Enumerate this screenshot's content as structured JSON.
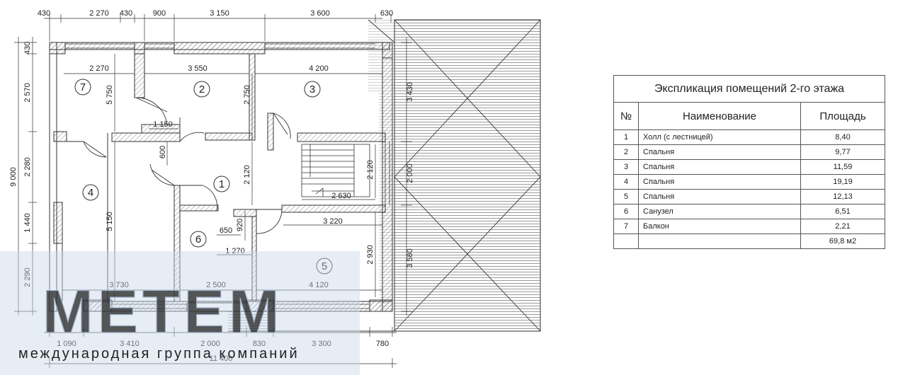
{
  "explication": {
    "title": "Экспликация помещений 2-го этажа",
    "headers": [
      "№",
      "Наименование",
      "Площадь"
    ],
    "rows": [
      {
        "num": "1",
        "name": "Холл (с лестницей)",
        "area": "8,40"
      },
      {
        "num": "2",
        "name": "Спальня",
        "area": "9,77"
      },
      {
        "num": "3",
        "name": "Спальня",
        "area": "11,59"
      },
      {
        "num": "4",
        "name": "Спальня",
        "area": "19,19"
      },
      {
        "num": "5",
        "name": "Спальня",
        "area": "12,13"
      },
      {
        "num": "6",
        "name": "Санузел",
        "area": "6,51"
      },
      {
        "num": "7",
        "name": "Балкон",
        "area": "2,21"
      }
    ],
    "total": "69,8 м2"
  },
  "plan": {
    "rooms": [
      "1",
      "2",
      "3",
      "4",
      "5",
      "6",
      "7"
    ],
    "dims_top": [
      "430",
      "2 270",
      "430",
      "900",
      "3 150",
      "3 600",
      "630"
    ],
    "dims_bottom": [
      "1 090",
      "3 410",
      "2 000",
      "830",
      "3 300",
      "780"
    ],
    "dim_overall_width": "11 400",
    "dims_left": [
      "430",
      "2 570",
      "2 280",
      "1 440",
      "2 290"
    ],
    "dim_overall_height": "9 000",
    "dims_right": [
      "3 430",
      "2 000",
      "3 580"
    ],
    "dims_inner": [
      "2 270",
      "3 550",
      "4 200",
      "5 750",
      "2 750",
      "1 150",
      "600",
      "2 120",
      "2 120",
      "2 630",
      "5 150",
      "920",
      "650",
      "1 270",
      "3 220",
      "2 930",
      "3 730",
      "2 500",
      "4 120"
    ]
  },
  "watermark": {
    "letters": "МЕТЕМ",
    "tagline": "международная группа компаний"
  }
}
